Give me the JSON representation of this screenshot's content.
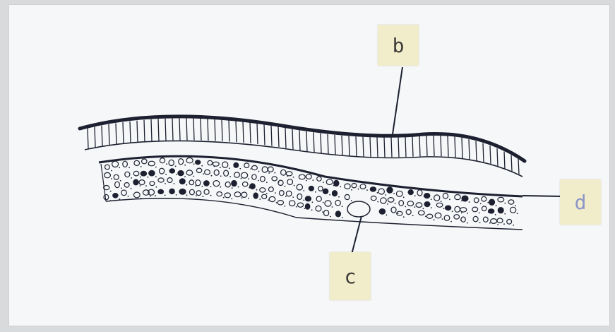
{
  "labels": {
    "b": "b",
    "c": "c",
    "d": "d"
  },
  "colors": {
    "ink": "#1c2030",
    "label_background": "#f1ecc9",
    "label_d_text": "#8c96c8",
    "paper": "#f6f7f8"
  }
}
